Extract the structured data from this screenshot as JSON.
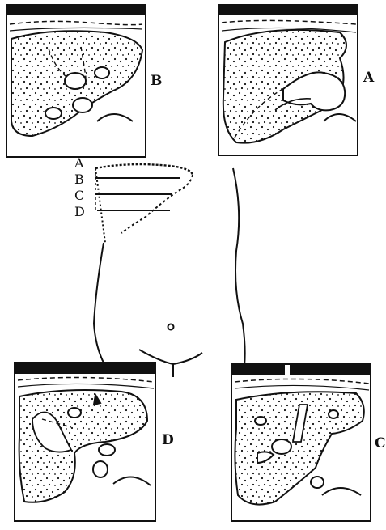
{
  "figure": {
    "panels": [
      {
        "id": "B",
        "label": "B"
      },
      {
        "id": "A",
        "label": "A"
      },
      {
        "id": "D",
        "label": "D"
      },
      {
        "id": "C",
        "label": "C"
      }
    ],
    "level_markers": [
      "A",
      "B",
      "C",
      "D"
    ],
    "ink_color": "#111111",
    "background_color": "#ffffff"
  }
}
